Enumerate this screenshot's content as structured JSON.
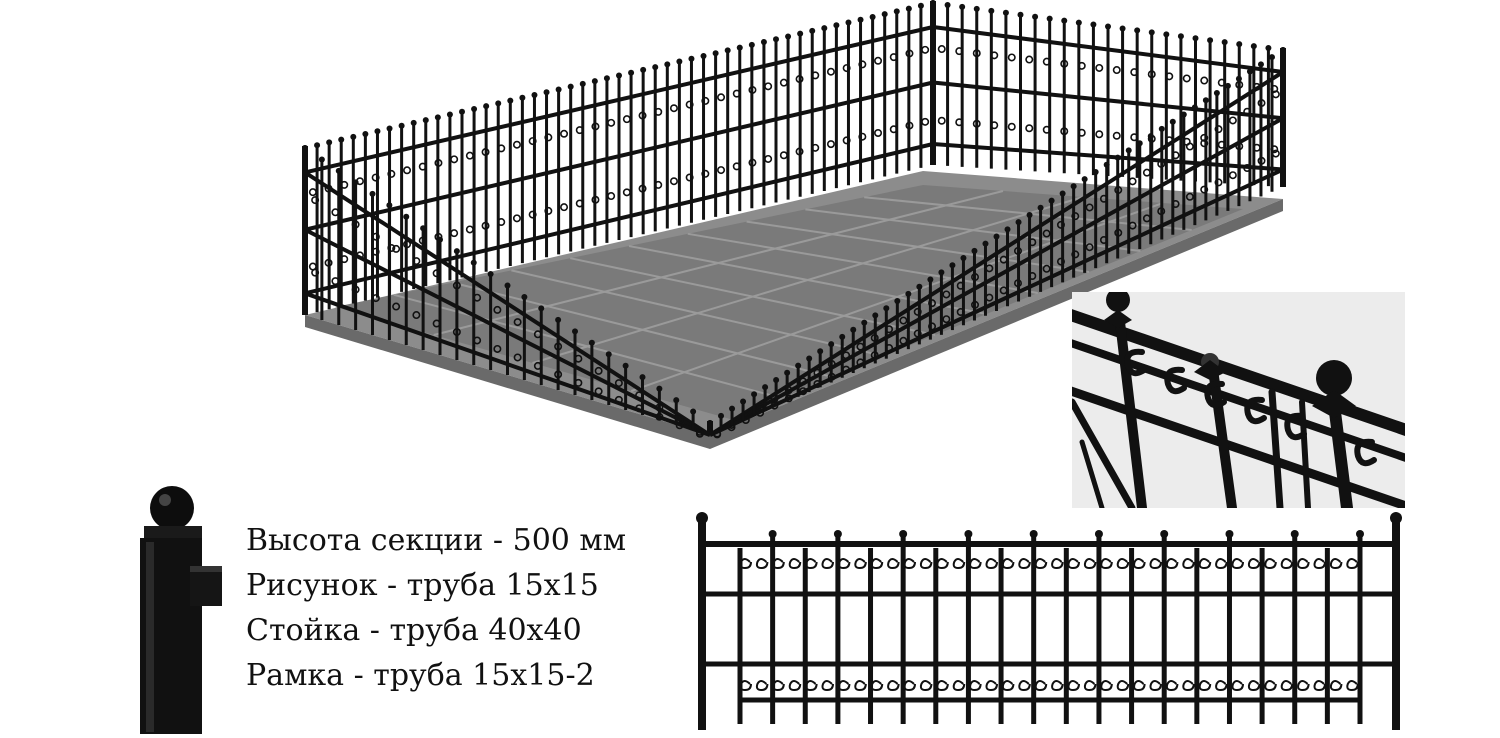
{
  "colors": {
    "iron": "#111111",
    "tile": "#7a7a7a",
    "tile_joint": "#9a9a9a",
    "base_slab": "#8c8c8c",
    "base_edge": "#6a6a6a",
    "background": "#ffffff"
  },
  "icons": {
    "fence_render": "fence-enclosure-3d-icon",
    "detail_photo": "fence-top-rail-detail-icon",
    "post_photo": "fence-post-with-ball-cap-icon",
    "section_drawing": "fence-section-drawing-icon"
  },
  "specs": [
    {
      "text": "Высота секции - 500 мм"
    },
    {
      "text": "Рисунок - труба 15х15"
    },
    {
      "text": "Стойка - труба 40х40"
    },
    {
      "text": "Рамка - труба 15х15-2"
    }
  ]
}
